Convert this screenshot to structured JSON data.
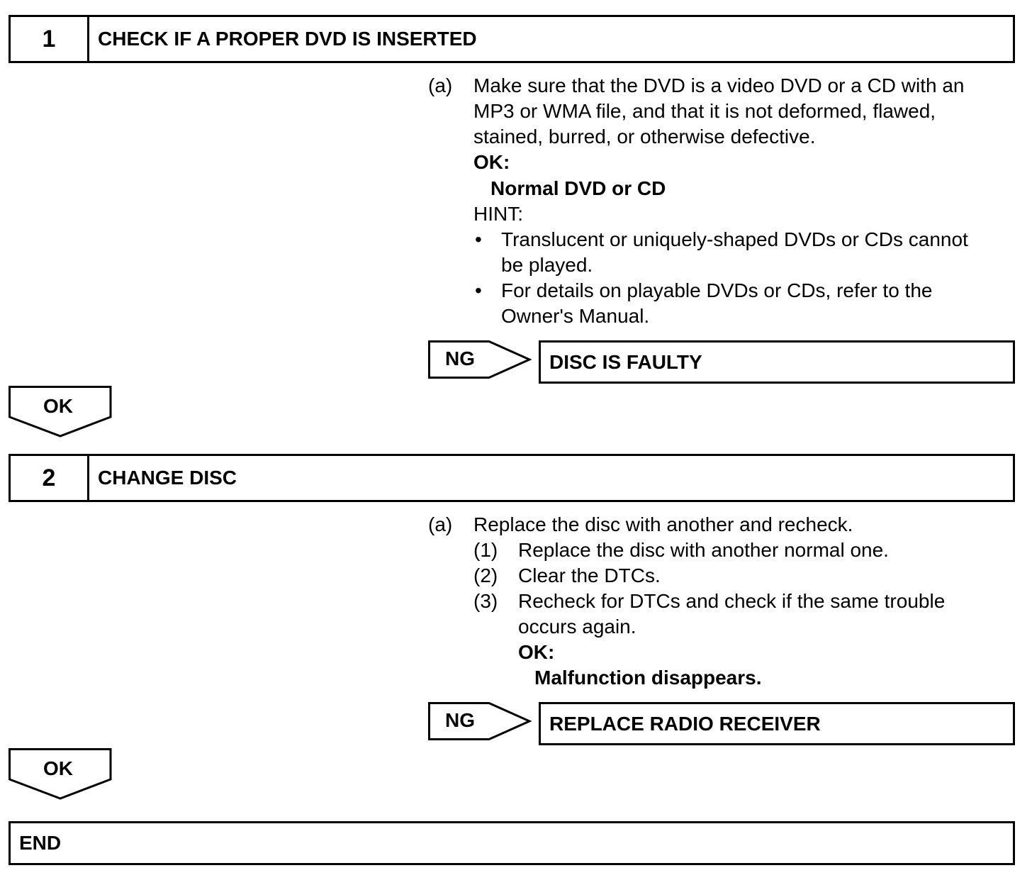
{
  "steps": [
    {
      "number": "1",
      "title": "CHECK IF A PROPER DVD IS INSERTED",
      "item_marker": "(a)",
      "instruction_lines": [
        "Make sure that the DVD is a video DVD or a CD with an",
        "MP3 or WMA file, and that it is not deformed, flawed,",
        "stained, burred, or otherwise defective."
      ],
      "ok_label": "OK:",
      "ok_value": "Normal DVD or CD",
      "hint_label": "HINT:",
      "bullet_char": "•",
      "hints": [
        {
          "lines": [
            "Translucent or uniquely-shaped DVDs or CDs cannot",
            "be played."
          ]
        },
        {
          "lines": [
            "For details on playable DVDs or CDs, refer to the",
            "Owner's Manual."
          ]
        }
      ],
      "ng_label": "NG",
      "ng_result": "DISC IS FAULTY",
      "ok_arrow_label": "OK"
    },
    {
      "number": "2",
      "title": "CHANGE DISC",
      "item_marker": "(a)",
      "instruction": "Replace the disc with another and recheck.",
      "substeps": [
        {
          "marker": "(1)",
          "lines": [
            "Replace the disc with another normal one."
          ]
        },
        {
          "marker": "(2)",
          "lines": [
            "Clear the DTCs."
          ]
        },
        {
          "marker": "(3)",
          "lines": [
            "Recheck for DTCs and check if the same trouble",
            "occurs again."
          ]
        }
      ],
      "ok_label": "OK:",
      "ok_value": "Malfunction disappears.",
      "ng_label": "NG",
      "ng_result": "REPLACE RADIO RECEIVER",
      "ok_arrow_label": "OK"
    }
  ],
  "end_label": "END"
}
